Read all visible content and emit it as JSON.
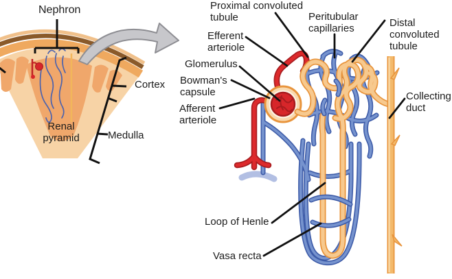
{
  "diagram": {
    "overview": {
      "nephron_label": "Nephron",
      "cortex_label": "Cortex",
      "medulla_label": "Medulla",
      "renal_pyramid_label": "Renal\npyramid"
    },
    "detail": {
      "proximal_convoluted_tubule": "Proximal convoluted\ntubule",
      "peritubular_capillaries": "Peritubular\ncapillaries",
      "distal_convoluted_tubule": "Distal\nconvoluted\ntubule",
      "efferent_arteriole": "Efferent\narteriole",
      "glomerulus": "Glomerulus",
      "bowmans_capsule": "Bowman's\ncapsule",
      "afferent_arteriole": "Afferent\narteriole",
      "collecting_duct": "Collecting\nduct",
      "loop_of_henle": "Loop of Henle",
      "vasa_recta": "Vasa recta"
    },
    "colors": {
      "tubule_fill": "#F7C98E",
      "tubule_outline": "#E8943C",
      "vessel_blue_fill": "#7693CE",
      "vessel_blue_outline": "#3D5BA8",
      "vessel_red_fill": "#D7262A",
      "vessel_red_outline": "#A81C1F",
      "kidney_capsule_brown": "#8A5A2A",
      "kidney_rim_orange": "#EFA95F",
      "kidney_cortex_peach": "#F7D3A6",
      "pyramid_orange": "#F0A76B",
      "zoom_arrow_gray": "#C7C7CB",
      "label_color": "#1B1B1B"
    }
  }
}
